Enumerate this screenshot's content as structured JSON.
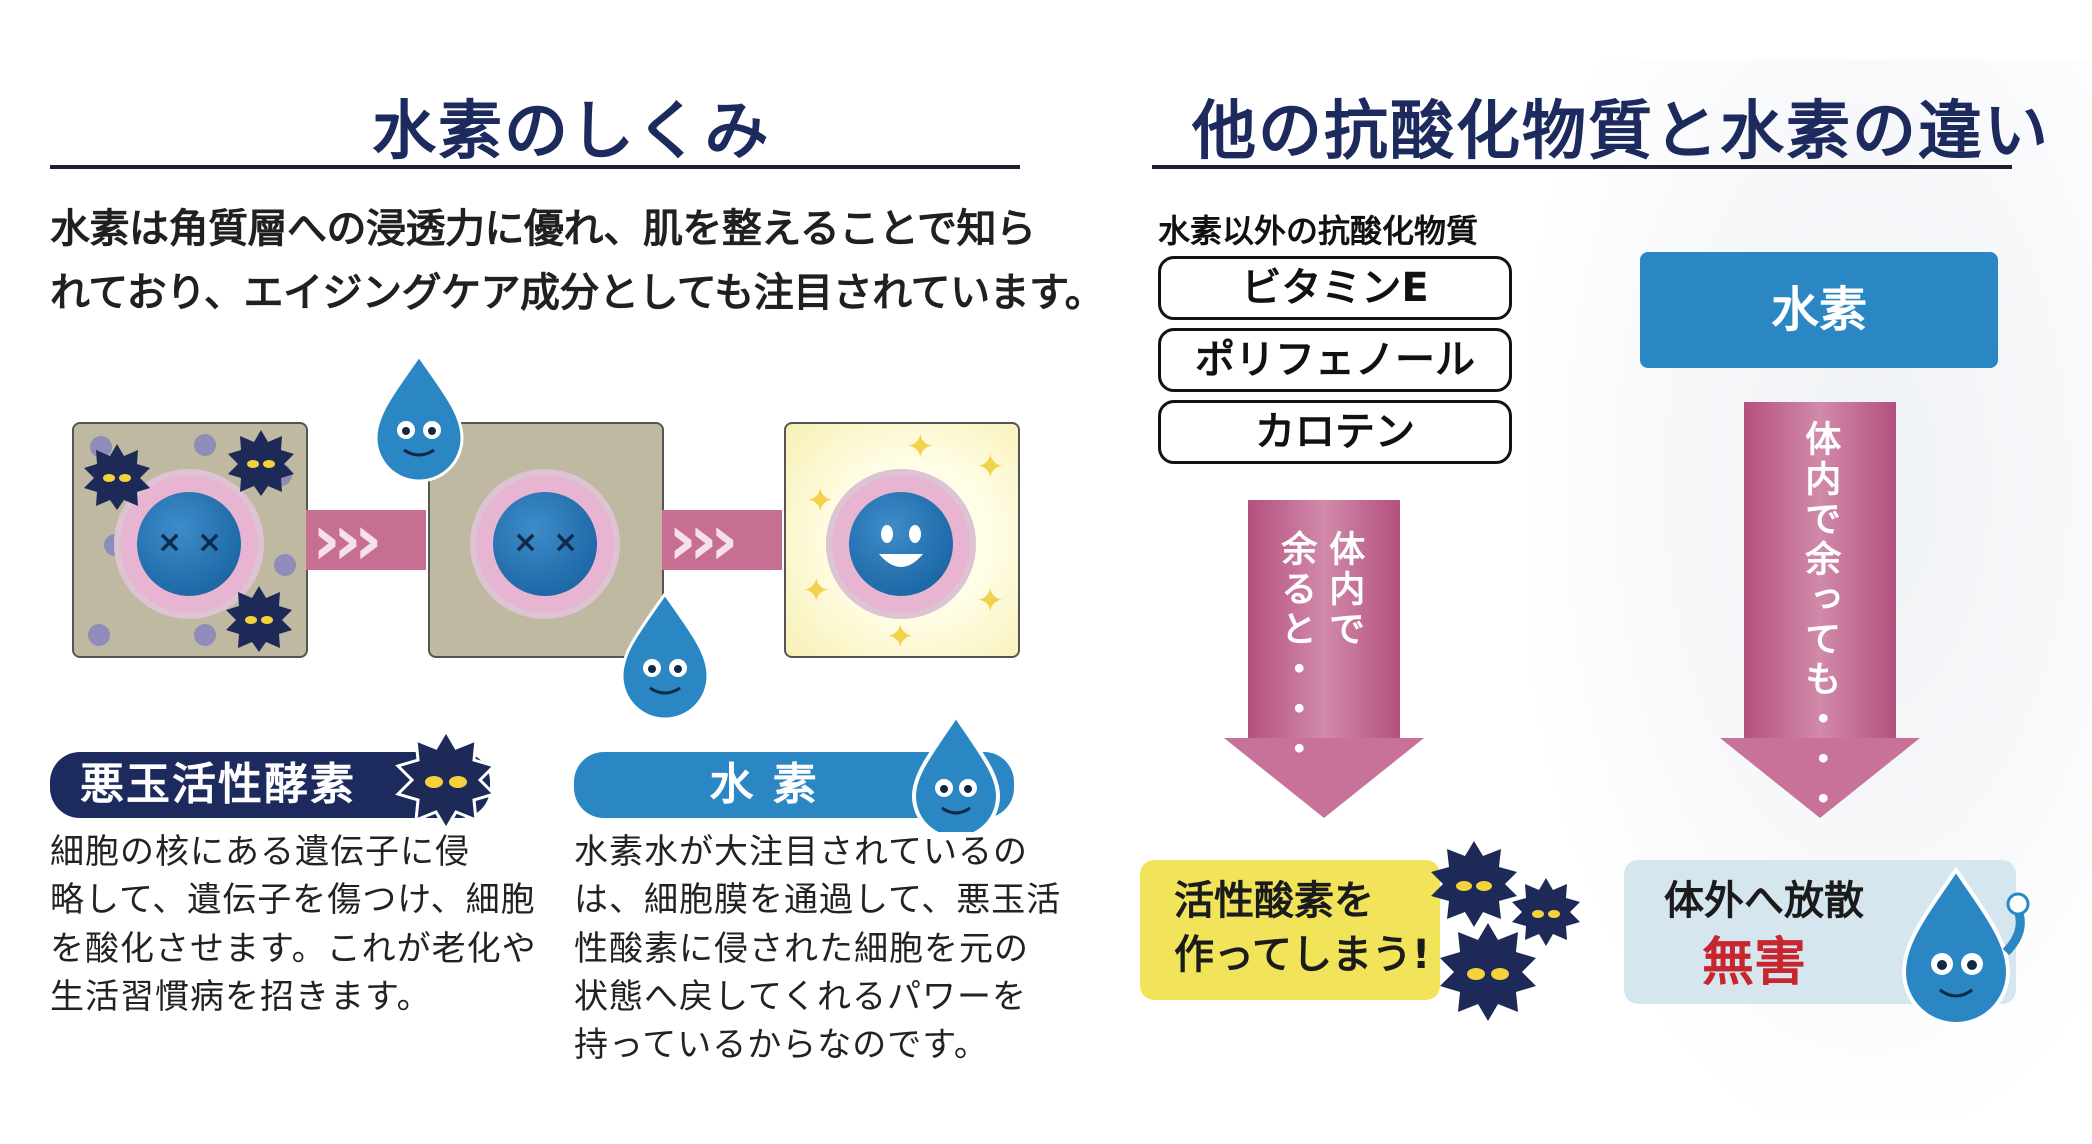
{
  "left": {
    "heading": "水素のしくみ",
    "intro_line1": "水素は角質層への浸透力に優れ、肌を整えることで知ら",
    "intro_line2": "れており、エイジングケア成分としても注目されています。",
    "bad_label": "悪玉活性酵素",
    "bad_text": [
      "細胞の核にある遺伝子に侵",
      "略して、遺伝子を傷つけ、細胞",
      "を酸化させます。これが老化や",
      "生活習慣病を招きます。"
    ],
    "h2_label": "水 素",
    "h2_text": [
      "水素水が大注目されているの",
      "は、細胞膜を通過して、悪玉活",
      "性酸素に侵された細胞を元の",
      "状態へ戻してくれるパワーを",
      "持っているからなのです。"
    ],
    "colors": {
      "navy": "#1c2a5e",
      "blue": "#2a87c4",
      "pink": "#c66f93"
    }
  },
  "right": {
    "heading": "他の抗酸化物質と水素の違い",
    "others_caption": "水素以外の抗酸化物質",
    "others": [
      "ビタミンE",
      "ポリフェノール",
      "カロテン"
    ],
    "h2_box": "水素",
    "arrow_left_col1": "体内で",
    "arrow_left_col2": "余ると・・・",
    "arrow_right": "体内で余っても・・・",
    "result_left_line1": "活性酸素を",
    "result_left_line2": "作ってしまう!",
    "result_right_line1": "体外へ放散",
    "result_right_line2": "無害",
    "colors": {
      "yellow": "#f2e45a",
      "red": "#c8262e",
      "light_blue": "#d6e6ef"
    }
  }
}
